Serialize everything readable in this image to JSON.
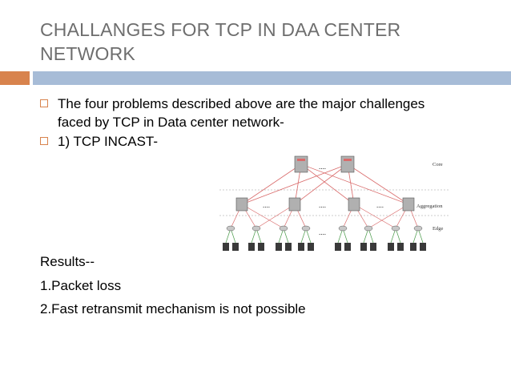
{
  "title": "CHALLANGES FOR TCP IN DAA CENTER NETWORK",
  "bullets": [
    "The four problems described above are the major challenges faced by TCP in Data center network-",
    "1) TCP INCAST-"
  ],
  "results_heading": "Results--",
  "results": [
    "1.Packet loss",
    "2.Fast retransmit mechanism is not possible"
  ],
  "diagram": {
    "labels": {
      "core": "Core",
      "aggregation": "Aggregation",
      "edge": "Edge"
    },
    "ellipsis": "....",
    "colors": {
      "link": "#d96a6a",
      "node": "#b0b0b0",
      "edge_link": "#4a9a4a",
      "dashed": "#9a9a9a"
    }
  }
}
